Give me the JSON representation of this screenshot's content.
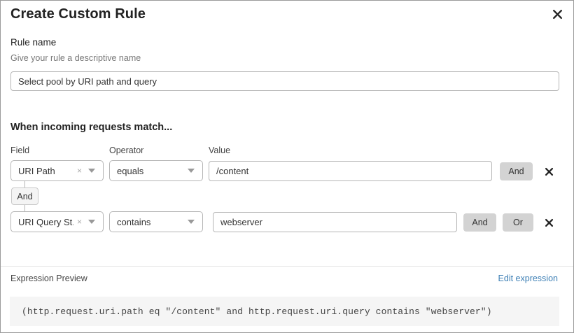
{
  "dialog": {
    "title": "Create Custom Rule",
    "close_icon": "close-icon"
  },
  "rule_name": {
    "label": "Rule name",
    "help": "Give your rule a descriptive name",
    "value": "Select pool by URI path and query",
    "placeholder": "Rule name"
  },
  "conditions": {
    "heading": "When incoming requests match...",
    "columns": {
      "field": "Field",
      "operator": "Operator",
      "value": "Value"
    },
    "connector": {
      "label": "And"
    },
    "rows": [
      {
        "field": "URI Path",
        "field_clear_icon": "×",
        "operator": "equals",
        "value": "/content",
        "value_placeholder": "Value",
        "and_label": "And",
        "remove_icon": "close-icon"
      },
      {
        "field": "URI Query St...",
        "field_clear_icon": "×",
        "operator": "contains",
        "value": "webserver",
        "value_placeholder": "Value",
        "and_label": "And",
        "or_label": "Or",
        "remove_icon": "close-icon"
      }
    ]
  },
  "expression_preview": {
    "label": "Expression Preview",
    "edit_link": "Edit expression",
    "expression": "(http.request.uri.path eq \"/content\" and http.request.uri.query contains \"webserver\")"
  },
  "colors": {
    "accent_link": "#3d7fb5",
    "button_bg": "#d3d3d3",
    "preview_bg": "#f5f5f5",
    "border": "#b5b5b5"
  }
}
